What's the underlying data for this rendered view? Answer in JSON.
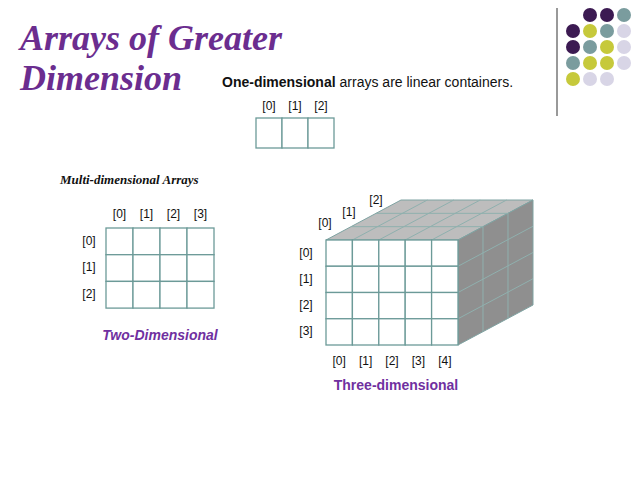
{
  "diagram": {
    "title": "Arrays of Greater Dimension",
    "labels": [
      "One-dimensional",
      "arrays are linear containers.",
      "[0]",
      "[1]",
      "[2]",
      "Multi-dimensional Arrays",
      "[0]",
      "[1]",
      "[2]",
      "[3]",
      "[0]",
      "[1]",
      "[2]",
      "Two-Dimensional",
      "[0]",
      "[1]",
      "[2]",
      "[0]",
      "[1]",
      "[2]",
      "[3]",
      "[0]",
      "[1]",
      "[2]",
      "[3]",
      "[4]",
      "Three-dimensional"
    ]
  }
}
